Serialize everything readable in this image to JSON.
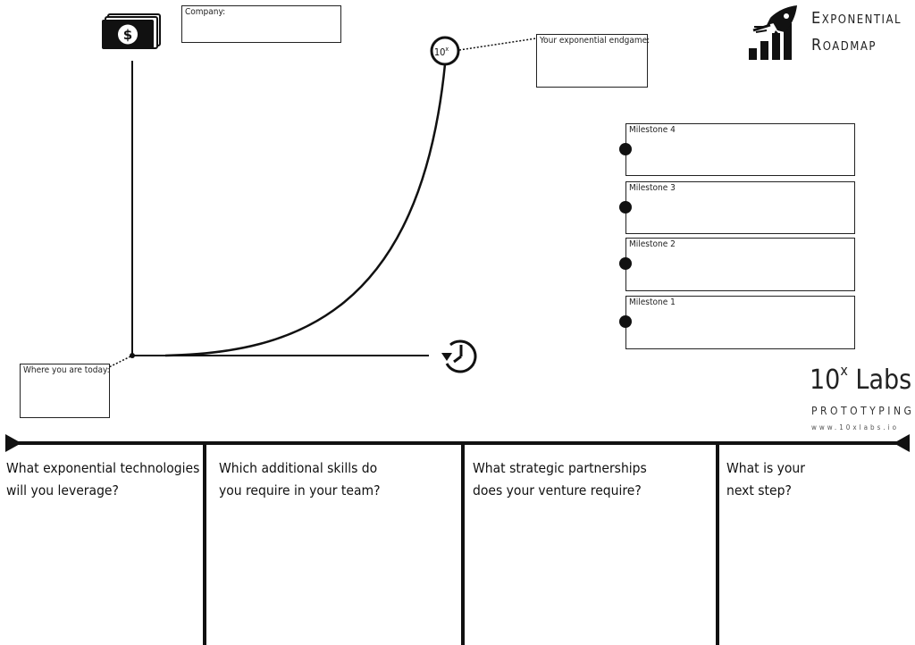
{
  "canvas": {
    "company_label": "Company:",
    "endgame_label": "Your exponential endgame:",
    "today_label": "Where you are today:",
    "ten_x_marker": {
      "base": "10",
      "exp": "x"
    }
  },
  "milestones": [
    {
      "label": "Milestone 4"
    },
    {
      "label": "Milestone 3"
    },
    {
      "label": "Milestone 2"
    },
    {
      "label": "Milestone 1"
    }
  ],
  "brand": {
    "title_line1": "Exponential",
    "title_line2": "Roadmap",
    "labs_base": "10",
    "labs_exp": "x",
    "labs_name": " Labs",
    "tagline": "PROTOTYPING",
    "url": "www.10xlabs.io"
  },
  "questions": [
    {
      "line1": "What exponential technologies",
      "line2": "will you leverage?"
    },
    {
      "line1": "Which additional skills do",
      "line2": "you require in your team?"
    },
    {
      "line1": "What strategic partnerships",
      "line2": "does your venture require?"
    },
    {
      "line1": "What is your",
      "line2": "next step?"
    }
  ],
  "icons": {
    "money": "money-stack-icon",
    "time": "clock-history-icon",
    "growth": "rocket-growth-icon"
  }
}
